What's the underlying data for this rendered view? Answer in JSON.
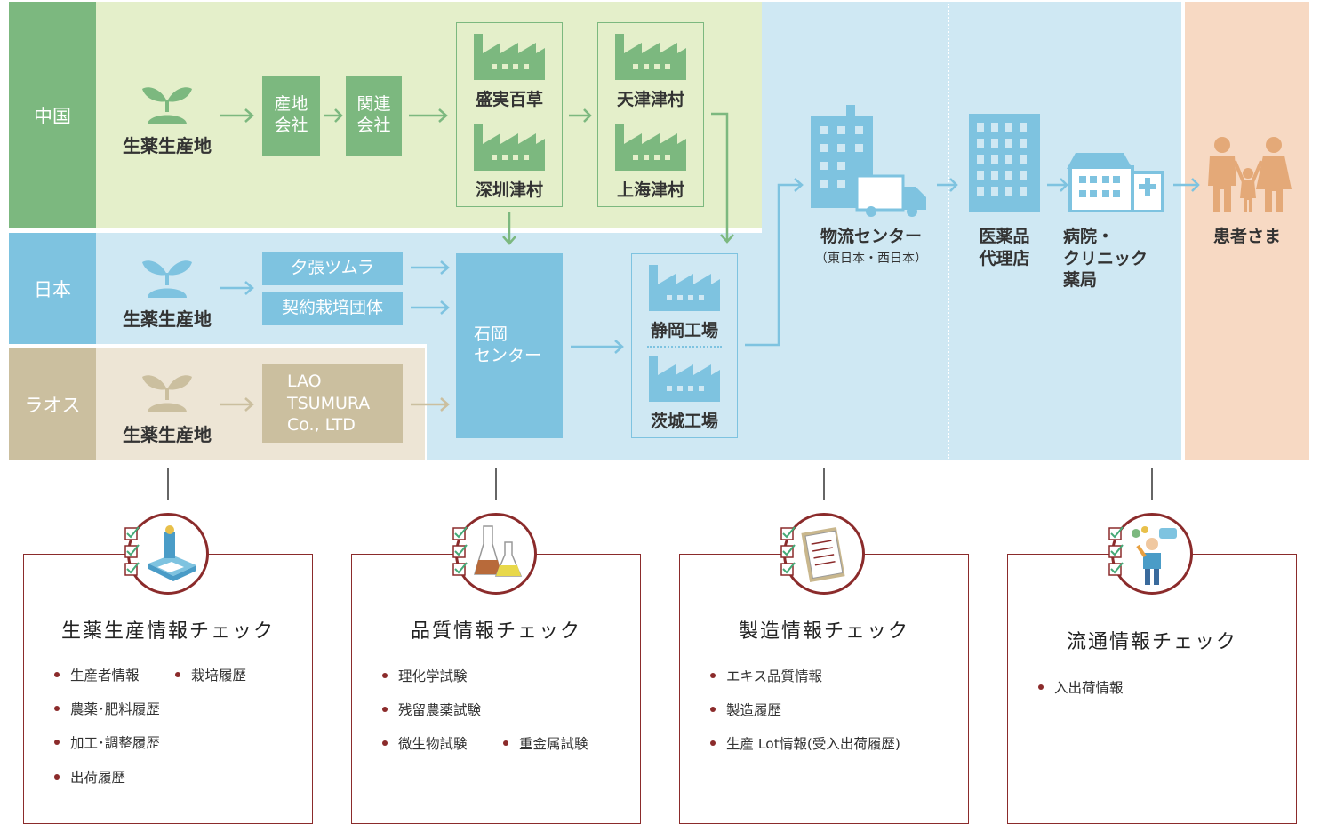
{
  "regions": {
    "china": "中国",
    "japan": "日本",
    "laos": "ラオス"
  },
  "sources": {
    "china": "生薬生産地",
    "japan": "生薬生産地",
    "laos": "生薬生産地"
  },
  "china_boxes": {
    "origin_company": "産地\n会社",
    "related_company": "関連\n会社"
  },
  "china_factories": {
    "f1": "盛実百草",
    "f2": "深圳津村",
    "f3": "天津津村",
    "f4": "上海津村"
  },
  "japan_boxes": {
    "yubari": "夕張ツムラ",
    "contract": "契約栽培団体"
  },
  "laos_box": "LAO\nTSUMURA\nCo., LTD",
  "ishioka": "石岡\nセンター",
  "japan_factories": {
    "shizuoka": "静岡工場",
    "ibaraki": "茨城工場"
  },
  "stages": {
    "logistics": "物流センター",
    "logistics_sub": "（東日本・西日本）",
    "wholesaler": "医薬品\n代理店",
    "hospital": "病院・\nクリニック\n薬局",
    "patient": "患者さま"
  },
  "cards": [
    {
      "title": "生薬生産情報チェック",
      "icon": "microscope-icon",
      "items": [
        "生産者情報",
        "栽培履歴",
        "農薬･肥料履歴",
        "加工･調整履歴",
        "出荷履歴"
      ]
    },
    {
      "title": "品質情報チェック",
      "icon": "flask-icon",
      "items": [
        "理化学試験",
        "残留農薬試験",
        "微生物試験",
        "重金属試験"
      ]
    },
    {
      "title": "製造情報チェック",
      "icon": "clipboard-icon",
      "items": [
        "エキス品質情報",
        "製造履歴",
        "生産 Lot情報(受入出荷履歴)"
      ]
    },
    {
      "title": "流通情報チェック",
      "icon": "worker-icon",
      "items": [
        "入出荷情報"
      ]
    }
  ],
  "colors": {
    "china_bg": "#e4efca",
    "china_label": "#7cb87f",
    "china_box": "#7cb87f",
    "japan_bg": "#cfe8f3",
    "japan_label": "#7ec3e0",
    "japan_box": "#7ec3e0",
    "laos_bg": "#ede5d5",
    "laos_label": "#cbbf9f",
    "laos_box": "#cbbf9f",
    "patient_bg": "#f7d9c3",
    "accent": "#8b2b2b"
  }
}
